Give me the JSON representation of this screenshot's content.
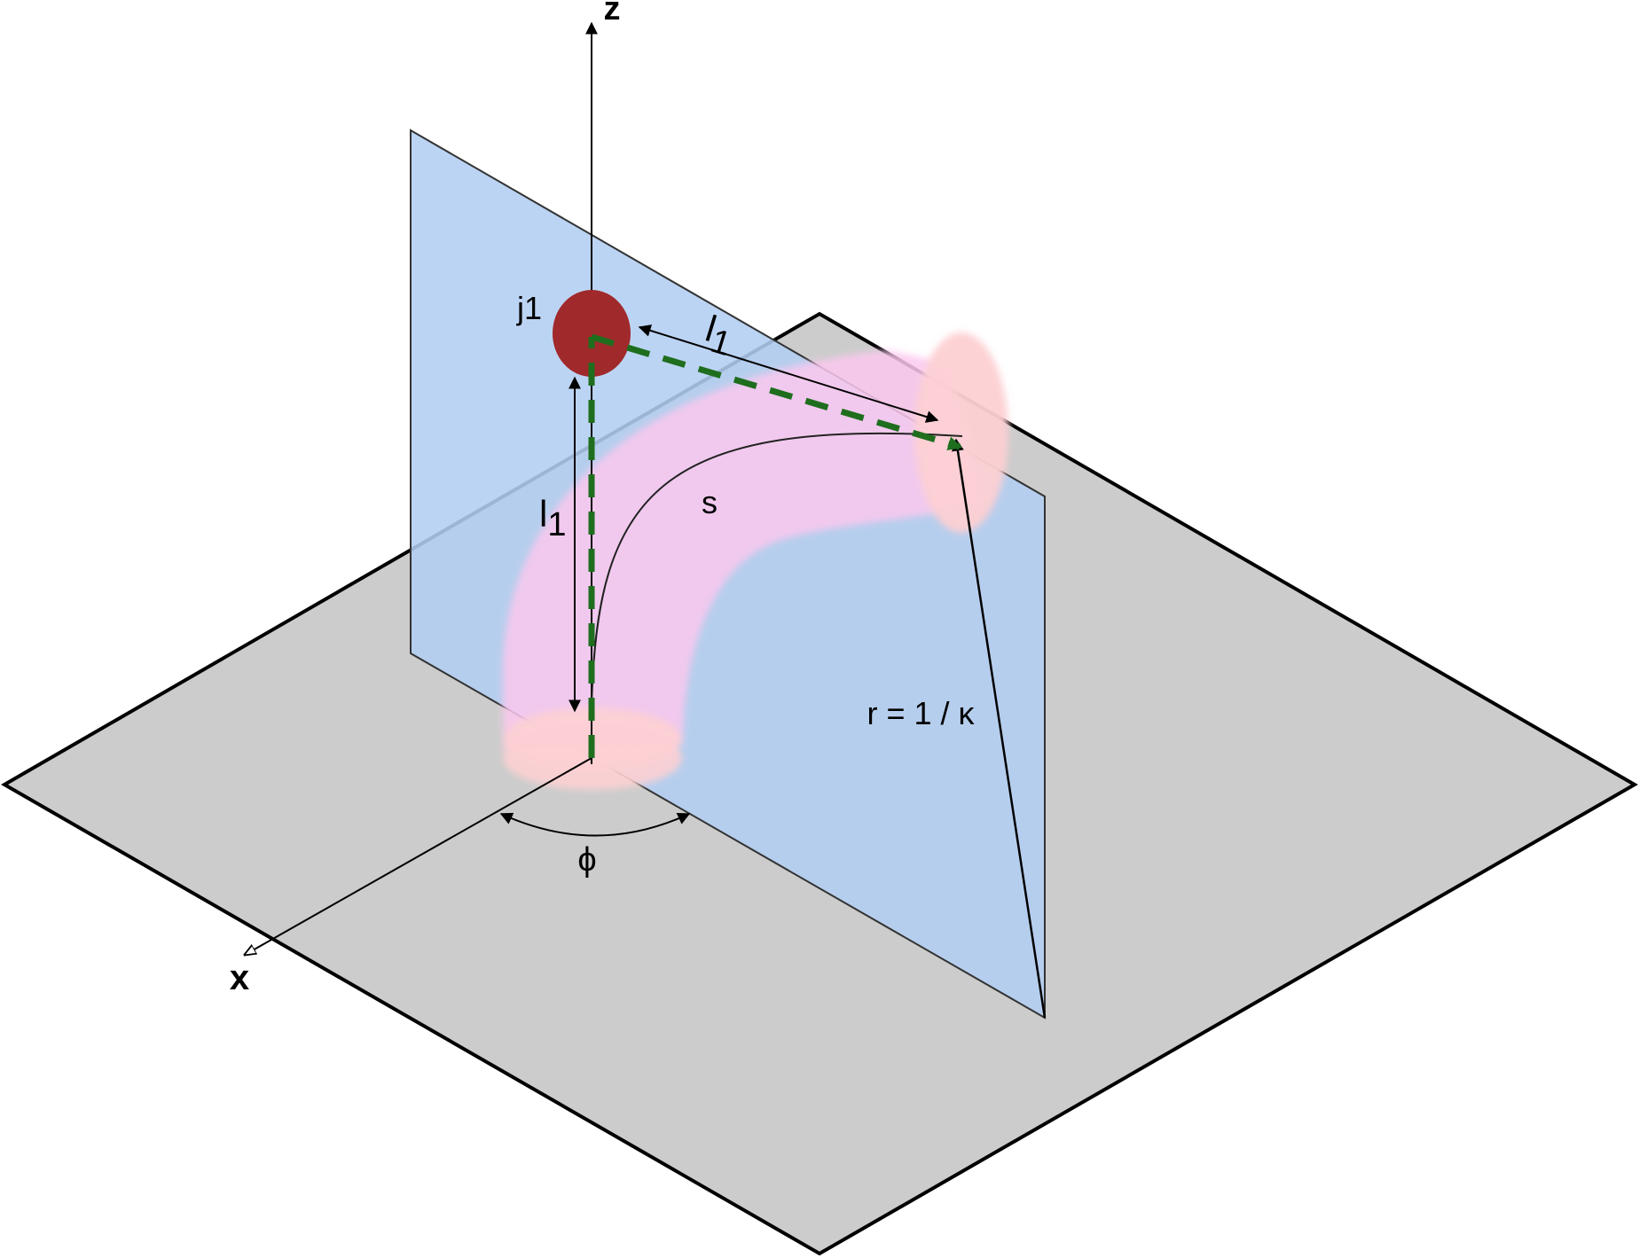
{
  "labels": {
    "z_axis": "z",
    "x_axis": "x",
    "joint": "j1",
    "length_top_base": "l",
    "length_top_sub": "1",
    "length_side_base": "l",
    "length_side_sub": "1",
    "arc_length": "s",
    "radius": "r = 1 / κ",
    "angle": "ϕ"
  },
  "colors": {
    "ground_plane": "#cccccc",
    "bending_plane": "#b3cef1",
    "tube": "#fbc8ee",
    "tube_end": "#fdd0d3",
    "joint": "#a0292b",
    "chord_dashed": "#1e6e1e",
    "outline": "#000000"
  }
}
